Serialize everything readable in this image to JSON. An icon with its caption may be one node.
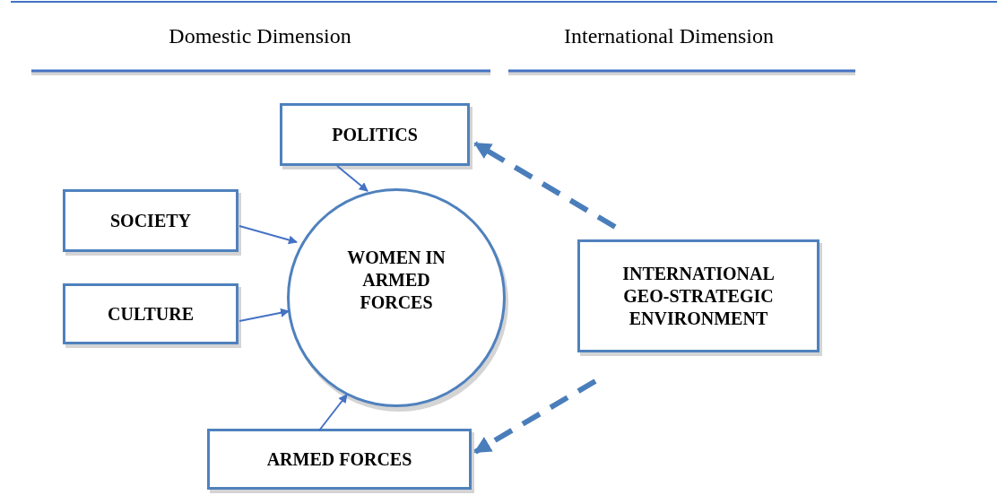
{
  "diagram": {
    "nodes": [
      {
        "text": [
          "POLITICS"
        ]
      },
      {
        "text": [
          "SOCIETY"
        ]
      },
      {
        "text": [
          "WOMEN IN ARMED FORCES"
        ]
      },
      {
        "text": [
          "CULTURE"
        ]
      },
      {
        "text": [
          "INTERNATIONAL GEO-STRATEGIC ENVIRONMENT"
        ]
      },
      {
        "text": [
          "ARMED FORCES"
        ]
      }
    ],
    "edges": [
      {
        "from": 0,
        "to": 2,
        "arrow": "to"
      },
      {
        "from": 1,
        "to": 2,
        "arrow": "to"
      },
      {
        "from": 3,
        "to": 2,
        "arrow": "to"
      },
      {
        "from": 5,
        "to": 2,
        "arrow": "to"
      },
      {
        "from": 4,
        "to": 0,
        "arrow": "to",
        "style": "dashed"
      },
      {
        "from": 4,
        "to": 5,
        "arrow": "to",
        "style": "dashed"
      }
    ],
    "labels": [
      "Domestic Dimension",
      "International Dimension"
    ]
  }
}
